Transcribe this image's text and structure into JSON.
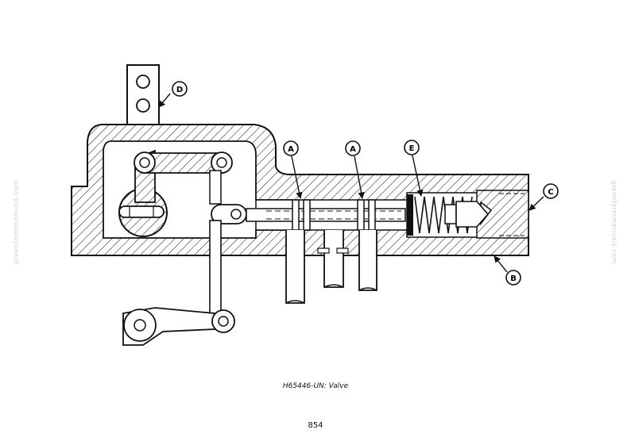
{
  "figure": {
    "callouts": {
      "a1": "A",
      "a2": "A",
      "b": "B",
      "c": "C",
      "d": "D",
      "e": "E"
    },
    "caption": "H65446-UN: Valve"
  },
  "page": {
    "number": "854"
  },
  "watermark": {
    "text": "greenfarmmanuals.com"
  }
}
